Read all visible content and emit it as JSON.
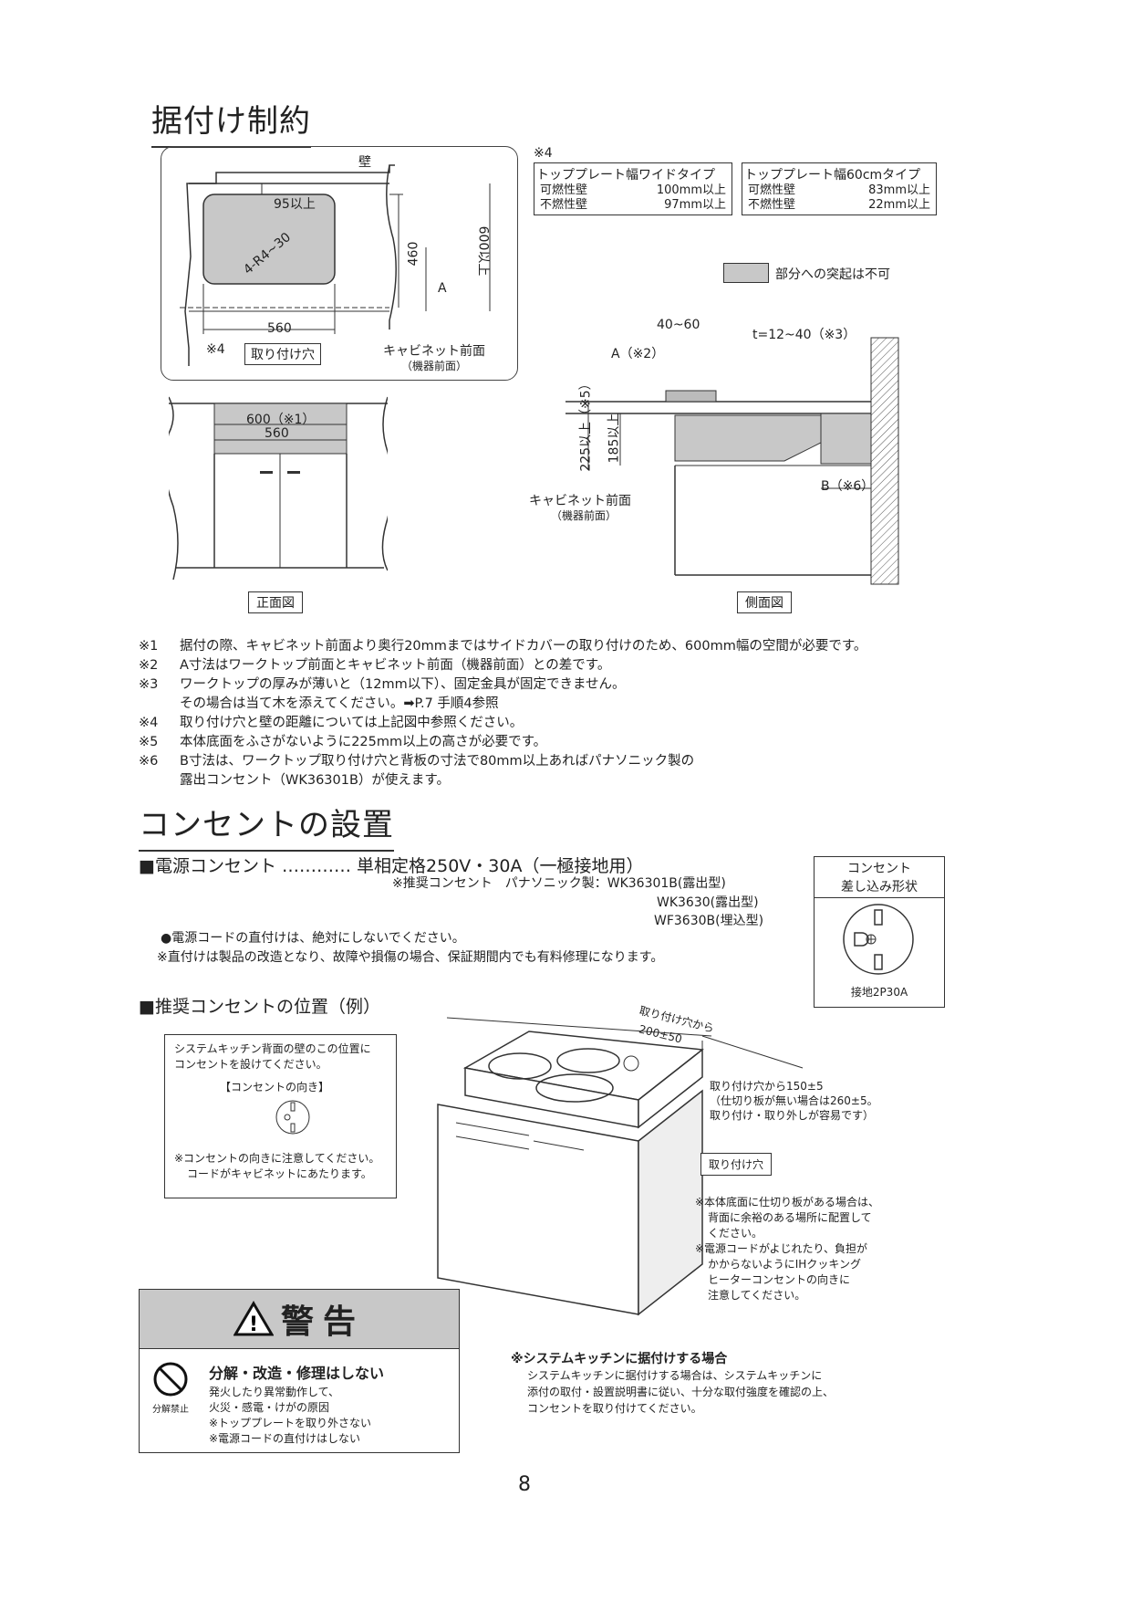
{
  "section1": {
    "title": "据付け制約",
    "note_mark": "※4",
    "top_diagram": {
      "wall": "壁",
      "d95": "95以上",
      "radius": "4-R4~30",
      "d460": "460",
      "tol": "+4 / 0",
      "d600": "600以上",
      "a_label": "A",
      "d560": "560",
      "note4": "※4",
      "hole_label": "取り付け穴",
      "cabinet_front": "キャビネット前面",
      "device_front": "（機器前面）"
    },
    "wide_table": {
      "title": "トッププレート幅ワイドタイプ",
      "rows": [
        [
          "可燃性壁",
          "100mm以上"
        ],
        [
          "不燃性壁",
          "97mm以上"
        ]
      ]
    },
    "std_table": {
      "title": "トッププレート幅60cmタイプ",
      "rows": [
        [
          "可燃性壁",
          "83mm以上"
        ],
        [
          "不燃性壁",
          "22mm以上"
        ]
      ]
    },
    "legend_text": "部分への突起は不可",
    "front_view": {
      "d600": "600（※1）",
      "d560": "560",
      "label": "正面図"
    },
    "side_view": {
      "d4060": "40~60",
      "thickness": "t=12~40（※3）",
      "a_note": "A（※2）",
      "d225": "225以上（※5）",
      "d185": "185以上",
      "b_note": "B（※6）",
      "cabinet_front": "キャビネット前面",
      "device_front": "（機器前面）",
      "label": "側面図"
    },
    "footnotes": [
      [
        "※1",
        "据付の際、キャビネット前面より奥行20mmまではサイドカバーの取り付けのため、600mm幅の空間が必要です。"
      ],
      [
        "※2",
        "A寸法はワークトップ前面とキャビネット前面（機器前面）との差です。"
      ],
      [
        "※3",
        "ワークトップの厚みが薄いと（12mm以下）、固定金具が固定できません。"
      ],
      [
        "",
        "その場合は当て木を添えてください。➡P.7 手順4参照"
      ],
      [
        "※4",
        "取り付け穴と壁の距離については上記図中参照ください。"
      ],
      [
        "※5",
        "本体底面をふさがないように225mm以上の高さが必要です。"
      ],
      [
        "※6",
        "B寸法は、ワークトップ取り付け穴と背板の寸法で80mm以上あればパナソニック製の"
      ],
      [
        "",
        "露出コンセント（WK36301B）が使えます。"
      ]
    ]
  },
  "section2": {
    "title": "コンセントの設置",
    "power_line": "■電源コンセント ………… 単相定格250V・30A（一極接地用）",
    "recommend": "※推奨コンセント　パナソニック製：WK36301B(露出型)",
    "recommend2": "WK3630(露出型)",
    "recommend3": "WF3630B(埋込型)",
    "bullet1": "●電源コードの直付けは、絶対にしないでください。",
    "bullet2": "※直付けは製品の改造となり、故障や損傷の場合、保証期間内でも有料修理になります。",
    "plug_box": {
      "title1": "コンセント",
      "title2": "差し込み形状",
      "caption": "接地2P30A"
    },
    "position_heading": "■推奨コンセントの位置（例）",
    "callout": {
      "line1": "システムキッチン背面の壁のこの位置に",
      "line2": "コンセントを設けてください。",
      "orient": "【コンセントの向き】",
      "note1": "※コンセントの向きに注意してください。",
      "note2": "コードがキャビネットにあたります。"
    },
    "dims": {
      "from_hole": "取り付け穴から",
      "d200": "200±50",
      "d150_1": "取り付け穴から150±5",
      "d150_2": "（仕切り板が無い場合は260±5。",
      "d150_3": "取り付け・取り外しが容易です）",
      "hole": "取り付け穴"
    },
    "side_notes": [
      "※本体底面に仕切り板がある場合は、",
      "背面に余裕のある場所に配置して",
      "ください。",
      "※電源コードがよじれたり、負担が",
      "かからないようにIHクッキング",
      "ヒーターコンセントの向きに",
      "注意してください。"
    ],
    "warning": {
      "title": "警告",
      "heading": "分解・改造・修理はしない",
      "icon_caption": "分解禁止",
      "lines": [
        "発火したり異常動作して、",
        "火災・感電・けがの原因",
        "※トッププレートを取り外さない",
        "※電源コードの直付けはしない"
      ]
    },
    "system_kitchen": {
      "heading": "※システムキッチンに据付けする場合",
      "lines": [
        "システムキッチンに据付けする場合は、システムキッチンに",
        "添付の取付・設置説明書に従い、十分な取付強度を確認の上、",
        "コンセントを取り付けてください。"
      ]
    }
  },
  "page_number": "8"
}
